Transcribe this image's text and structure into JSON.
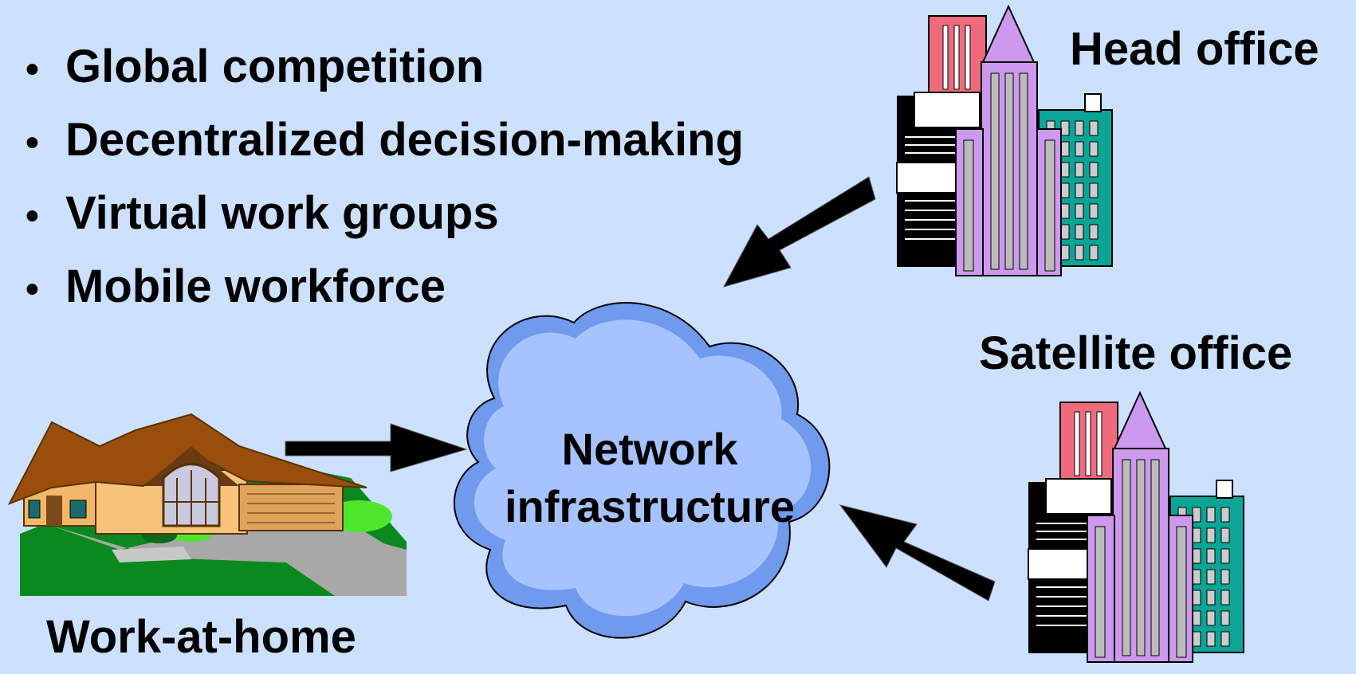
{
  "bullets": [
    "Global competition",
    "Decentralized decision-making",
    "Virtual work groups",
    "Mobile workforce"
  ],
  "labels": {
    "head_office": "Head office",
    "satellite_office": "Satellite office",
    "work_at_home": "Work-at-home",
    "network_line1": "Network",
    "network_line2": "infrastructure"
  },
  "colors": {
    "background": "#cce0ff",
    "cloud_fill": "#a6c2ff",
    "cloud_rim": "#6f9aee",
    "building_purple": "#cc99ee",
    "building_pink": "#f06a7e",
    "building_teal": "#0aa596",
    "arrow": "#000000"
  },
  "icons": [
    "head-office-building-icon",
    "satellite-office-building-icon",
    "house-icon",
    "network-cloud-icon",
    "arrow-icon"
  ]
}
